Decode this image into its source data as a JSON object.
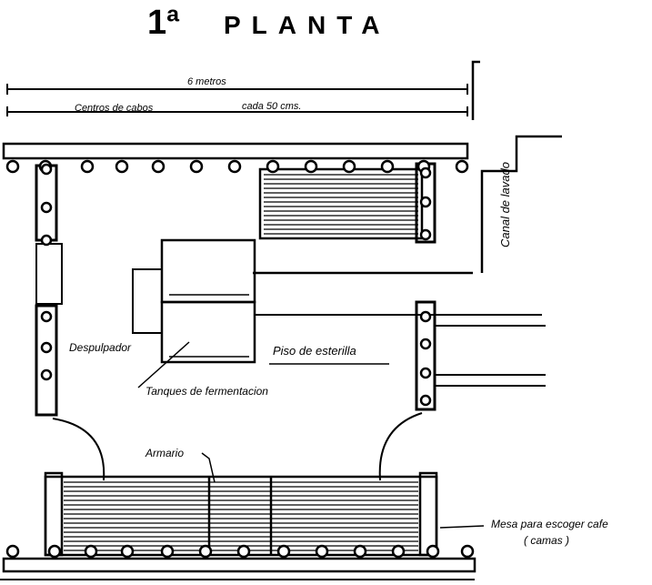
{
  "title": {
    "number": "1ª",
    "word": "PLANTA"
  },
  "labels": {
    "width": "6 metros",
    "centers": "Centros de cabos",
    "spacing": "cada 50 cms.",
    "canal": "Canal de lavado",
    "despulpador": "Despulpador",
    "piso": "Piso de esterilla",
    "tanques": "Tanques de fermentacion",
    "armario": "Armario",
    "mesa": "Mesa para escoger cafe",
    "camas": "( camas )"
  },
  "colors": {
    "ink": "#000000",
    "paper": "#ffffff"
  }
}
